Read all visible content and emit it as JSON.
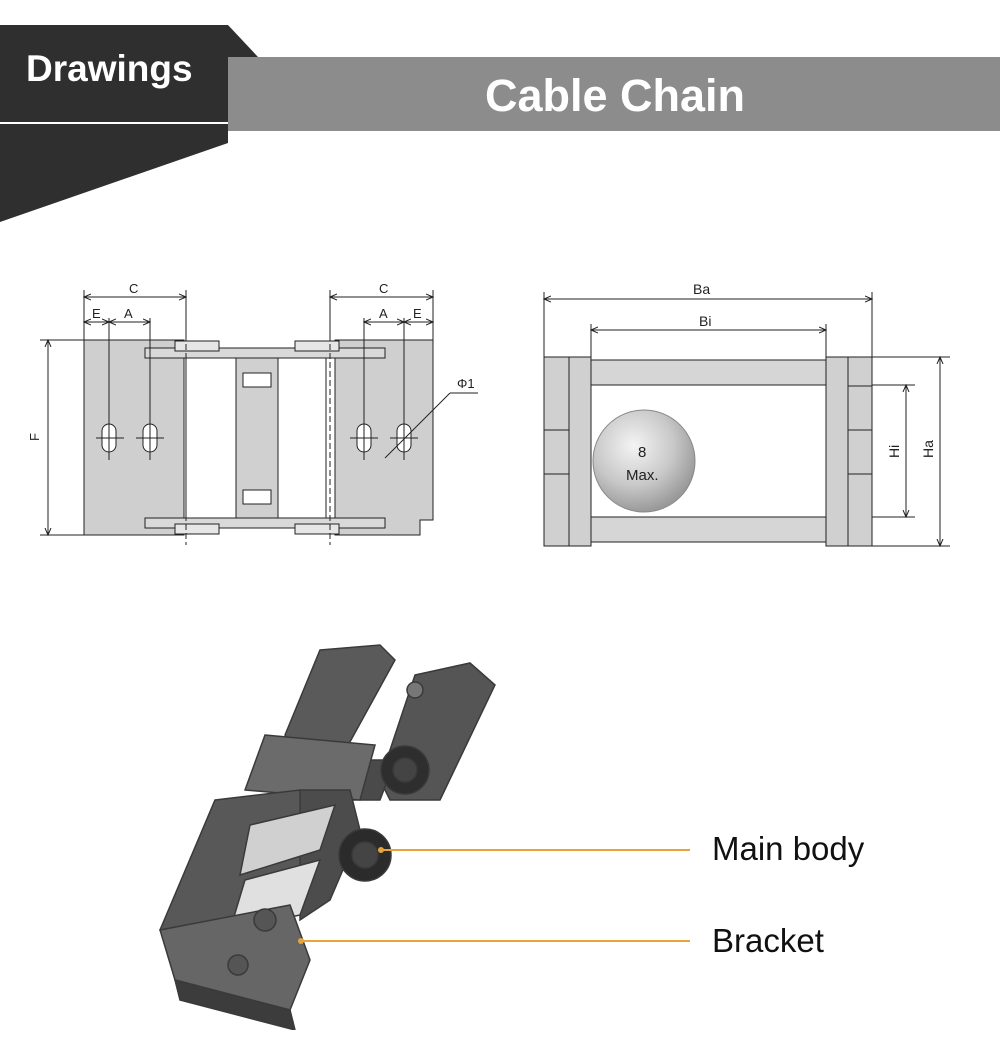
{
  "header": {
    "tab_label": "Drawings",
    "title": "Cable Chain",
    "tab_color": "#2f2f2f",
    "banner_color": "#8c8c8c"
  },
  "drawing_left": {
    "dim_c_left": "C",
    "dim_e_left": "E",
    "dim_a_left": "A",
    "dim_c_right": "C",
    "dim_a_right": "A",
    "dim_e_right": "E",
    "dim_f": "F",
    "dim_phi": "Φ1"
  },
  "drawing_right": {
    "dim_ba": "Ba",
    "dim_bi": "Bi",
    "dim_hi": "Hi",
    "dim_ha": "Ha",
    "ball_value": "8",
    "ball_label": "Max."
  },
  "photo": {
    "callout_main_body": "Main body",
    "callout_bracket": "Bracket",
    "callout_line_color": "#e8a33a"
  }
}
